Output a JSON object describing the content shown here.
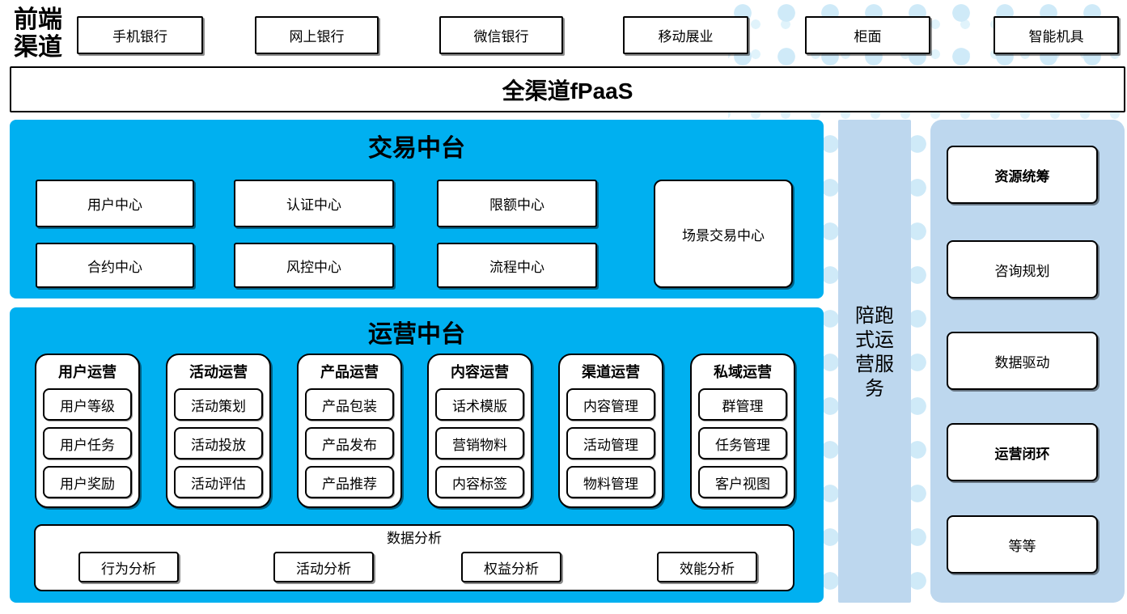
{
  "colors": {
    "middle_platform_blue": "#00b0f0",
    "side_panel_blue": "#bdd7ee",
    "dot_pattern": "#cfeaf8",
    "border": "#000000"
  },
  "front_channels": {
    "label": "前端渠道",
    "items": [
      "手机银行",
      "网上银行",
      "微信银行",
      "移动展业",
      "柜面",
      "智能机具"
    ]
  },
  "fpaas": {
    "label": "全渠道fPaaS"
  },
  "transaction": {
    "title": "交易中台",
    "centers_row1": [
      "用户中心",
      "认证中心",
      "限额中心"
    ],
    "centers_row2": [
      "合约中心",
      "风控中心",
      "流程中心"
    ],
    "scene_center": "场景交易中心"
  },
  "operation": {
    "title": "运营中台",
    "groups": [
      {
        "title": "用户运营",
        "items": [
          "用户等级",
          "用户任务",
          "用户奖励"
        ]
      },
      {
        "title": "活动运营",
        "items": [
          "活动策划",
          "活动投放",
          "活动评估"
        ]
      },
      {
        "title": "产品运营",
        "items": [
          "产品包装",
          "产品发布",
          "产品推荐"
        ]
      },
      {
        "title": "内容运营",
        "items": [
          "话术模版",
          "营销物料",
          "内容标签"
        ]
      },
      {
        "title": "渠道运营",
        "items": [
          "内容管理",
          "活动管理",
          "物料管理"
        ]
      },
      {
        "title": "私域运营",
        "items": [
          "群管理",
          "任务管理",
          "客户视图"
        ]
      }
    ],
    "analysis": {
      "title": "数据分析",
      "items": [
        "行为分析",
        "活动分析",
        "权益分析",
        "效能分析"
      ]
    }
  },
  "side_bar": {
    "label": "陪跑式运营服务"
  },
  "right_panel": {
    "items": [
      {
        "label": "资源统筹",
        "bold": true
      },
      {
        "label": "咨询规划",
        "bold": false
      },
      {
        "label": "数据驱动",
        "bold": false
      },
      {
        "label": "运营闭环",
        "bold": true
      },
      {
        "label": "等等",
        "bold": false
      }
    ]
  }
}
